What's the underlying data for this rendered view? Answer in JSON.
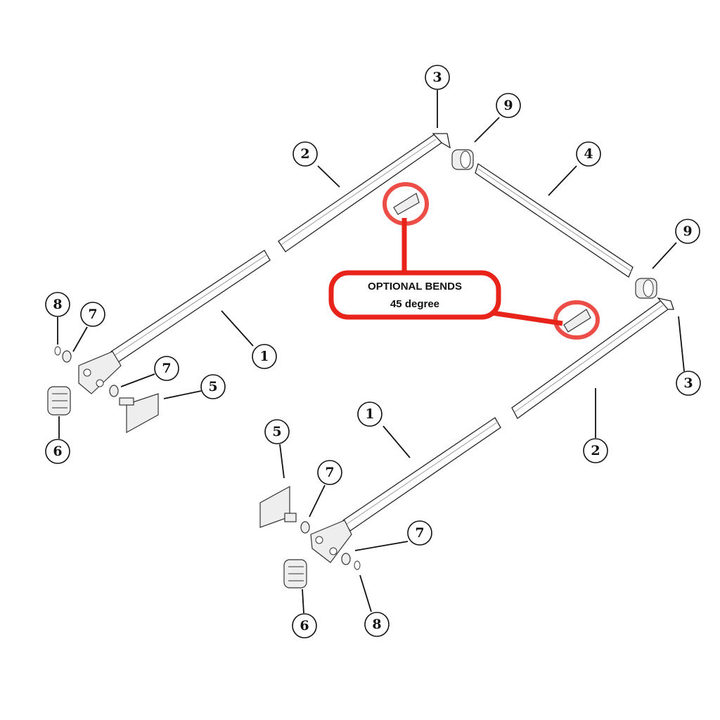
{
  "callout": {
    "line1": "OPTIONAL BENDS",
    "line2": "45 degree",
    "color": "#e8231a"
  },
  "labels": [
    "3",
    "9",
    "2",
    "4",
    "9",
    "8",
    "7",
    "1",
    "7",
    "5",
    "3",
    "6",
    "1",
    "2",
    "5",
    "7",
    "7",
    "6",
    "8"
  ]
}
